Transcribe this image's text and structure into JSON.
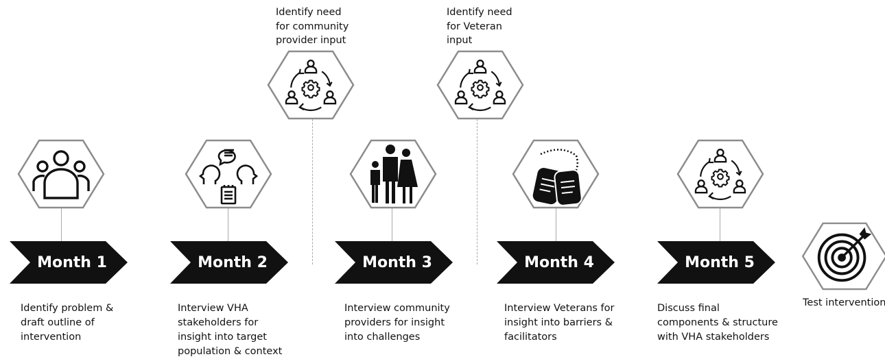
{
  "steps": [
    {
      "label": "Month 1",
      "description": "Identify problem &\ndraft outline of\nintervention",
      "icon": "group-of-people-icon"
    },
    {
      "label": "Month 2",
      "description": "Interview VHA\nstakeholders for\ninsight into target\npopulation & context",
      "icon": "interview-conversation-icon"
    },
    {
      "label": "Month 3",
      "description": "Interview community\nproviders for insight\ninto challenges",
      "icon": "family-icon"
    },
    {
      "label": "Month 4",
      "description": "Interview Veterans for\ninsight into barriers &\nfacilitators",
      "icon": "dog-tags-icon"
    },
    {
      "label": "Month 5",
      "description": "Discuss final\ncomponents & structure\nwith VHA stakeholders",
      "icon": "collaboration-cycle-icon"
    }
  ],
  "milestones": [
    {
      "text": "Identify need\nfor community\nprovider input",
      "icon": "collaboration-cycle-icon"
    },
    {
      "text": "Identify need\nfor Veteran\ninput",
      "icon": "collaboration-cycle-icon"
    }
  ],
  "final": {
    "label": "Test intervention",
    "icon": "target-icon"
  },
  "colors": {
    "chevron": "#111111",
    "hex_stroke": "#8c8c8c",
    "connector": "#a9a9a9"
  }
}
